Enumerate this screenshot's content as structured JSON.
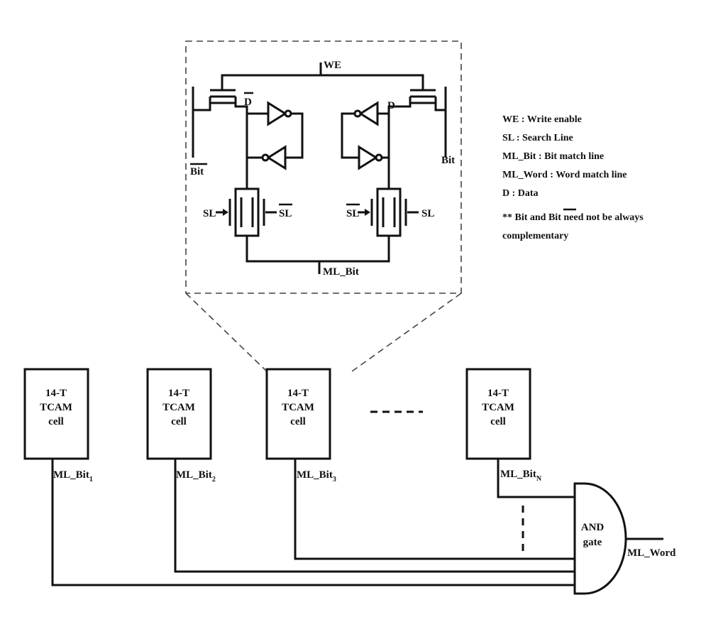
{
  "circuit": {
    "we": "WE",
    "d_bar": "D",
    "d": "D",
    "bit_bar": "Bit",
    "bit": "Bit",
    "sl": "SL",
    "sl_bar": "SL",
    "ml_bit": "ML_Bit"
  },
  "legend": {
    "lines": [
      "WE : Write enable",
      "SL : Search Line",
      "ML_Bit : Bit match line",
      "ML_Word : Word match line",
      "D : Data"
    ],
    "note_prefix": "** Bit and ",
    "note_bar": "Bit",
    "note_suffix": " need not be always",
    "note_line2": "complementary"
  },
  "cells": [
    {
      "line1": "14-T",
      "line2": "TCAM",
      "line3": "cell",
      "out": "ML_Bit",
      "sub": "1"
    },
    {
      "line1": "14-T",
      "line2": "TCAM",
      "line3": "cell",
      "out": "ML_Bit",
      "sub": "2"
    },
    {
      "line1": "14-T",
      "line2": "TCAM",
      "line3": "cell",
      "out": "ML_Bit",
      "sub": "3"
    },
    {
      "line1": "14-T",
      "line2": "TCAM",
      "line3": "cell",
      "out": "ML_Bit",
      "sub": "N"
    }
  ],
  "gate": {
    "line1": "AND",
    "line2": "gate",
    "output": "ML_Word"
  }
}
